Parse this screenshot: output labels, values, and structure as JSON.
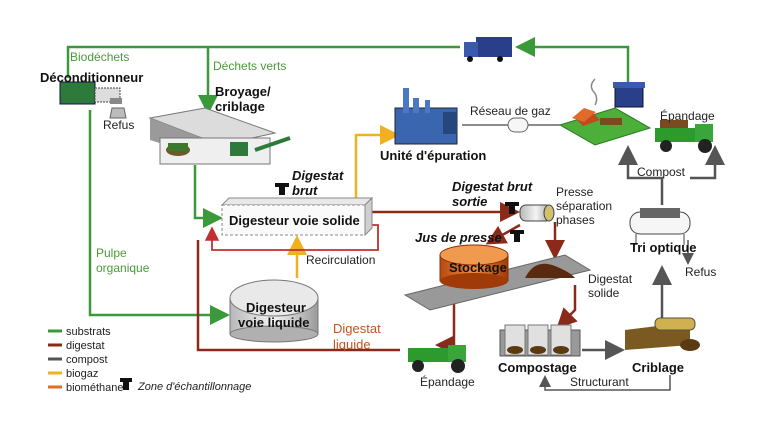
{
  "labels": {
    "biodechets": "Biodéchets",
    "deconditionneur": "Déconditionneur",
    "refus_1": "Refus",
    "dechets_verts": "Déchets verts",
    "broyage_1": "Broyage/",
    "broyage_2": "criblage",
    "unite_epuration": "Unité d'épuration",
    "reseau_gaz": "Réseau de gaz",
    "epandage_top": "Épandage",
    "compost": "Compost",
    "digestat_brut_1": "Digestat",
    "digestat_brut_2": "brut",
    "digesteur_solide": "Digesteur voie solide",
    "digestat_brut_sortie_1": "Digestat brut",
    "digestat_brut_sortie_2": "sortie",
    "presse_1": "Presse",
    "presse_2": "séparation",
    "presse_3": "phases",
    "tri_optique": "Tri optique",
    "jus_de_presse": "Jus de presse",
    "recirculation": "Recirculation",
    "pulpe_1": "Pulpe",
    "pulpe_2": "organique",
    "stockage": "Stockage",
    "digestat_solide_1": "Digestat",
    "digestat_solide_2": "solide",
    "refus_2": "Refus",
    "digesteur_liquide_1": "Digesteur",
    "digesteur_liquide_2": "voie liquide",
    "digestat_liquide_1": "Digestat",
    "digestat_liquide_2": "liquide",
    "epandage_bottom": "Épandage",
    "compostage": "Compostage",
    "criblage": "Criblage",
    "structurant": "Structurant"
  },
  "legend": {
    "items": [
      {
        "label": "substrats",
        "color": "#3a9a3a"
      },
      {
        "label": "digestat",
        "color": "#8b2a1a"
      },
      {
        "label": "compost",
        "color": "#555555"
      },
      {
        "label": "biogaz",
        "color": "#f0b020"
      },
      {
        "label": "biométhane",
        "color": "#e07020"
      }
    ],
    "sampling_zone": "Zone d'échantillonnage",
    "sampling_icon": "sampling-tap-icon"
  },
  "colors": {
    "substrats": "#3a9a3a",
    "digestat": "#8b2a1a",
    "compost": "#555555",
    "biogaz": "#f0b020",
    "biomethane": "#e07020",
    "recirculation": "#c03030"
  }
}
